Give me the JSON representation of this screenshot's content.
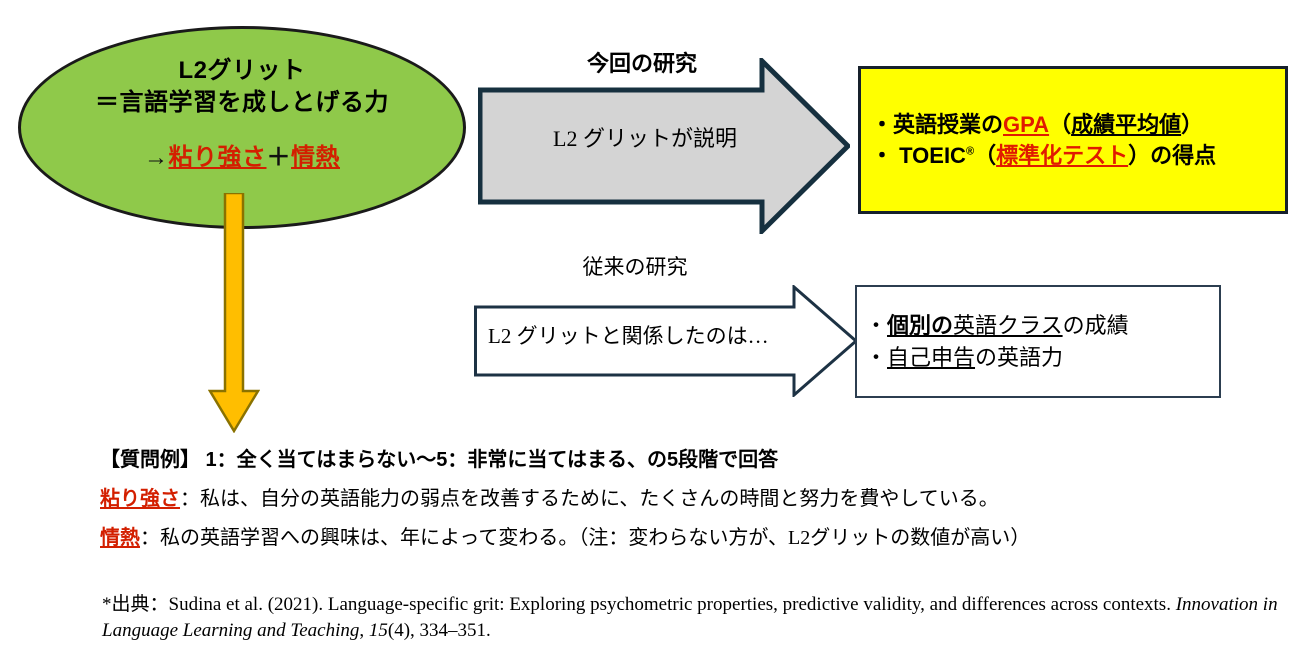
{
  "colors": {
    "ellipse_fill": "#8fc94a",
    "ellipse_stroke": "#1a1a1a",
    "arrow_gray_fill": "#d4d4d4",
    "arrow_stroke_navy": "#16303f",
    "arrow_orange_fill": "#ffbe00",
    "arrow_orange_stroke": "#8a6a00",
    "box_yellow_fill": "#ffff00",
    "box_border_navy": "#16202b",
    "accent_red": "#d31f00"
  },
  "ellipse": {
    "line1": "L2グリット",
    "line2": "＝言語学習を成しとげる力",
    "line3_arrow": "→",
    "line3_term1": "粘り強さ",
    "line3_plus": "＋",
    "line3_term2": "情熱"
  },
  "flow_now": {
    "heading": "今回の研究",
    "arrow_label": "L2 グリットが説明",
    "outcome": {
      "bullet1_pre": "・英語授業の",
      "bullet1_gpa": "GPA",
      "bullet1_paren_open": "（",
      "bullet1_term": "成績平均値",
      "bullet1_paren_close": "）",
      "bullet2_pre": "・ TOEIC",
      "bullet2_sup": "®",
      "bullet2_paren_open": "（",
      "bullet2_term": "標準化テスト",
      "bullet2_paren_close": "）",
      "bullet2_post": "の得点"
    }
  },
  "flow_prev": {
    "heading": "従来の研究",
    "arrow_label": "L2 グリットと関係したのは…",
    "outcome": {
      "bullet1_mark": "・",
      "bullet1_bold": "個別の",
      "bullet1_ul": "英語クラス",
      "bullet1_post": "の成績",
      "bullet2_mark": "・",
      "bullet2_ul": "自己申告",
      "bullet2_post": "の英語力"
    }
  },
  "notes": {
    "line1": "【質問例】 1：全く当てはまらない〜5：非常に当てはまる、の5段階で回答",
    "line2_label": "粘り強さ",
    "line2_body": "：私は、自分の英語能力の弱点を改善するために、たくさんの時間と努力を費やしている。",
    "line3_label": "情熱",
    "line3_body": "：私の英語学習への興味は、年によって変わる。（注：変わらない方が、L2グリットの数値が高い）"
  },
  "citation": {
    "prefix": "*出典：Sudina et al. (2021). Language-specific grit: Exploring psychometric properties, predictive validity, and differences across contexts. ",
    "journal": "Innovation in Language Learning and Teaching",
    "volume_sep": ", ",
    "volume": "15",
    "issue": "(4), 334–351."
  }
}
